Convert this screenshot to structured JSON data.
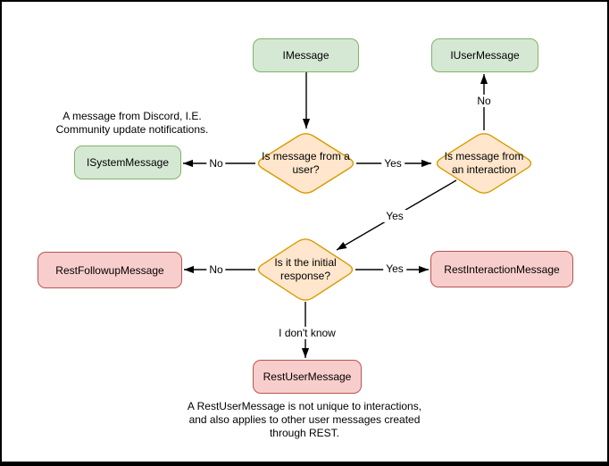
{
  "colors": {
    "green_fill": "#d5e8d4",
    "green_border": "#82b366",
    "orange_fill": "#ffe6cc",
    "orange_border": "#d79b00",
    "red_fill": "#f8cecc",
    "red_border": "#b85450",
    "connector": "#000000",
    "background": "#ffffff",
    "frame_border": "#000000"
  },
  "nodes": {
    "imessage": {
      "label": "IMessage"
    },
    "iusermessage": {
      "label": "IUserMessage"
    },
    "isystemmessage": {
      "label": "ISystemMessage"
    },
    "restfollowupmessage": {
      "label": "RestFollowupMessage"
    },
    "restinteractionmessage": {
      "label": "RestInteractionMessage"
    },
    "restusermessage": {
      "label": "RestUserMessage"
    }
  },
  "decisions": {
    "is_from_user": {
      "label": "Is message from a user?"
    },
    "is_from_interaction": {
      "label": "Is message from an interaction"
    },
    "is_initial_response": {
      "label": "Is it the initial response?"
    }
  },
  "edge_labels": {
    "user_no": "No",
    "user_yes": "Yes",
    "interaction_no": "No",
    "interaction_yes": "Yes",
    "initial_no": "No",
    "initial_yes": "Yes",
    "initial_unknown": "I don't know"
  },
  "notes": {
    "system_note_lines": [
      "A message from Discord, I.E.",
      "Community update notifications."
    ],
    "rest_note_lines": [
      "A RestUserMessage is not unique to interactions,",
      "and also applies to other user messages created",
      "through REST."
    ]
  }
}
